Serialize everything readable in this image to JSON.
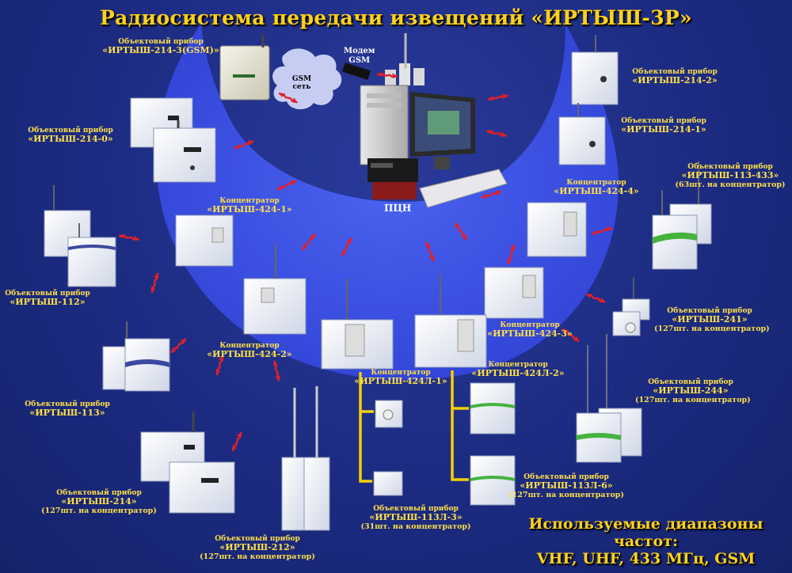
{
  "title": "Радиосистема передачи извещений «ИРТЫШ-3Р»",
  "central": {
    "pcn": "ПЦН",
    "modem": [
      "Модем",
      "GSM"
    ],
    "gsm_net": [
      "GSM",
      "сеть"
    ]
  },
  "labels": {
    "dev_214_3gsm": [
      "Объектовый прибор",
      "«ИРТЫШ-214-3(GSM)»"
    ],
    "dev_214_0": [
      "Объектовый прибор",
      "«ИРТЫШ-214-0»"
    ],
    "dev_214_2": [
      "Объектовый прибор",
      "«ИРТЫШ-214-2»"
    ],
    "dev_214_1": [
      "Объектовый прибор",
      "«ИРТЫШ-214-1»"
    ],
    "dev_113_433": [
      "Объектовый прибор",
      "«ИРТЫШ-113-433»",
      "(63шт. на концентратор)"
    ],
    "conc_424_1": [
      "Концентратор",
      "«ИРТЫШ-424-1»"
    ],
    "conc_424_4": [
      "Концентратор",
      "«ИРТЫШ-424-4»"
    ],
    "dev_112": [
      "Объектовый прибор",
      "«ИРТЫШ-112»"
    ],
    "dev_241": [
      "Объектовый прибор",
      "«ИРТЫШ-241»",
      "(127шт. на концентратор)"
    ],
    "conc_424_3": [
      "Концентратор",
      "«ИРТЫШ-424-3»"
    ],
    "conc_424_2": [
      "Концентратор",
      "«ИРТЫШ-424-2»"
    ],
    "conc_424l_1": [
      "Концентратор",
      "«ИРТЫШ-424Л-1»"
    ],
    "conc_424l_2": [
      "Концентратор",
      "«ИРТЫШ-424Л-2»"
    ],
    "dev_244": [
      "Объектовый прибор",
      "«ИРТЫШ-244»",
      "(127шт. на концентратор)"
    ],
    "dev_113": [
      "Объектовый прибор",
      "«ИРТЫШ-113»"
    ],
    "dev_214": [
      "Объектовый прибор",
      "«ИРТЫШ-214»",
      "(127шт. на концентратор)"
    ],
    "dev_113l_3": [
      "Объектовый прибор",
      "«ИРТЫШ-113Л-3»",
      "(31шт. на концентратор)"
    ],
    "dev_113l_6": [
      "Объектовый прибор",
      "«ИРТЫШ-113Л-6»",
      "(127шт. на концентратор)"
    ],
    "dev_212": [
      "Объектовый прибор",
      "«ИРТЫШ-212»",
      "(127шт. на концентратор)"
    ]
  },
  "frequencies": [
    "Используемые диапазоны частот:",
    "VHF, UHF, 433 МГц, GSM"
  ],
  "colors": {
    "background": "#1b2a7f",
    "crescent": "#3f55e0",
    "label": "#ffe04a",
    "title": "#ffd21a",
    "arrow": "#e0202a",
    "wire": "#f5d000"
  }
}
